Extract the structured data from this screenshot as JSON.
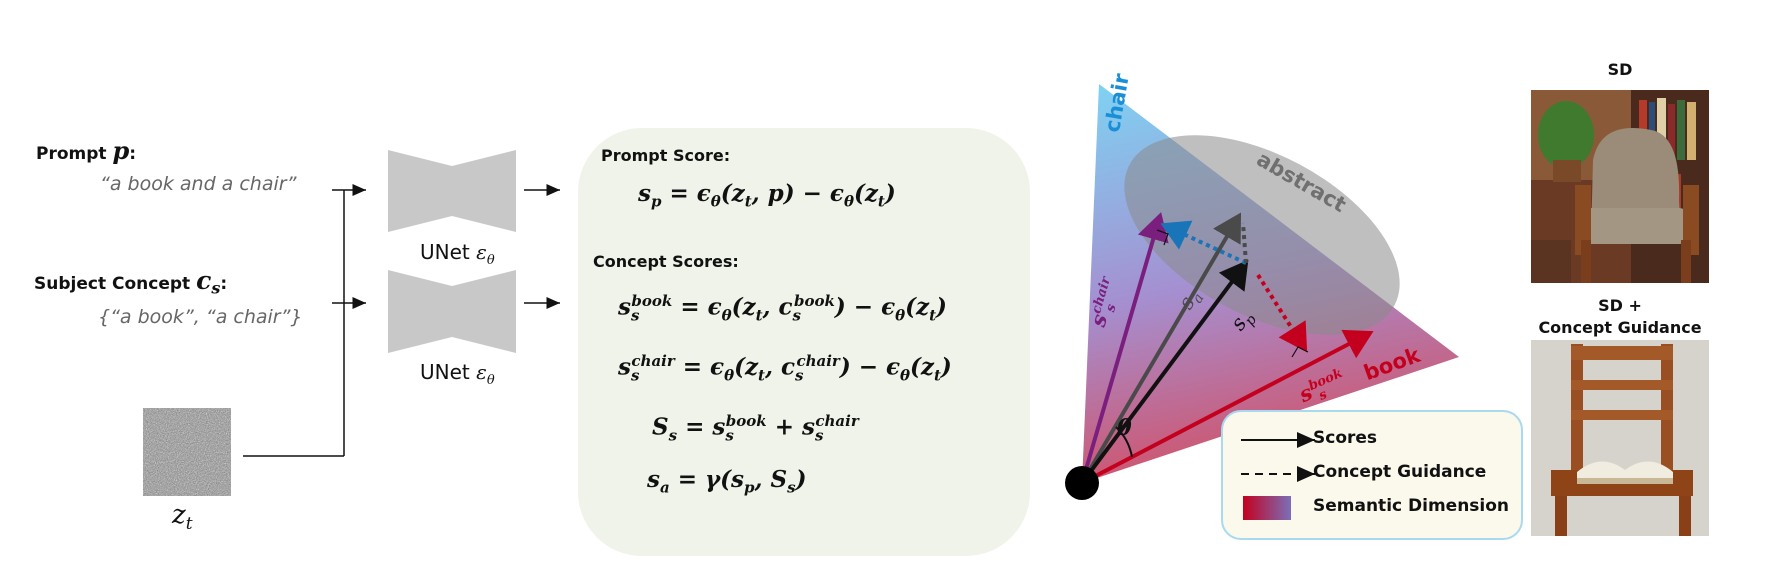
{
  "inputs": {
    "prompt_label": "Prompt",
    "prompt_var": "p",
    "prompt_value": "“a book and a chair”",
    "concept_label": "Subject Concept",
    "concept_var": "c",
    "concept_var_sub": "s",
    "concept_value": "{“a book”, “a chair”}",
    "noise_var": "z",
    "noise_var_sub": "t"
  },
  "unet": {
    "label_top": "UNet",
    "label_bottom": "UNet",
    "symbol": "ε",
    "symbol_sub": "θ"
  },
  "scores": {
    "prompt_title": "Prompt Score:",
    "concept_title": "Concept Scores:"
  },
  "diagram": {
    "chair": "chair",
    "book": "book",
    "abstract": "abstract",
    "theta": "θ",
    "s_a": "s",
    "s_a_sub": "a",
    "s_p": "s",
    "s_p_sub": "p",
    "s_chair": "s",
    "s_chair_sup": "chair",
    "s_chair_sub": "s",
    "s_book": "s",
    "s_book_sup": "book",
    "s_book_sub": "s"
  },
  "legend": {
    "scores": "Scores",
    "guidance": "Concept Guidance",
    "semantic": "Semantic Dimension"
  },
  "images": {
    "top_label": "SD",
    "bottom_label_1": "SD +",
    "bottom_label_2": "Concept Guidance"
  },
  "colors": {
    "chair_blue": "#1a8fd6",
    "book_red": "#c4001f",
    "chair_purple": "#7a1f7d",
    "panel_bg": "#f0f3e9",
    "legend_border": "#a9d9ee"
  }
}
